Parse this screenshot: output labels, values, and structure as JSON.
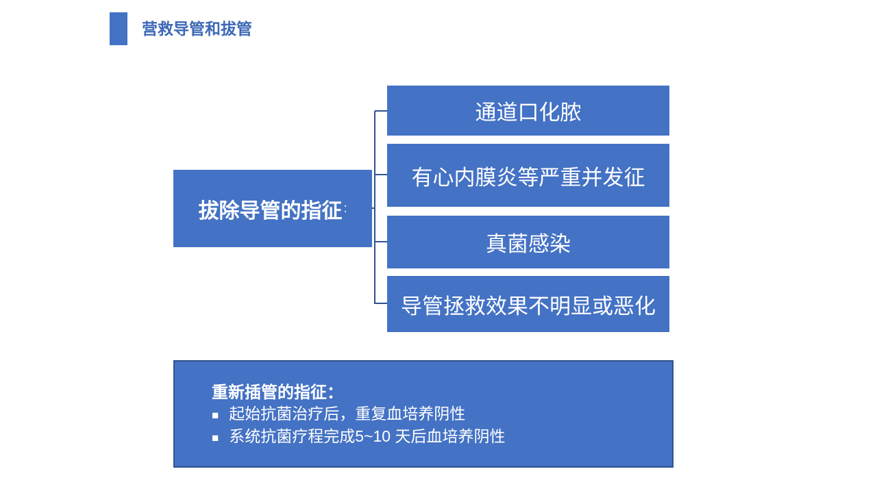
{
  "header": {
    "title": "营救导管和拔管"
  },
  "colors": {
    "box_fill": "#4472C4",
    "connector_line": "#2F528F",
    "panel_border": "#2F528F",
    "title_text": "#3D68B6",
    "text_on_blue": "#FFFFFF",
    "background": "#FFFFFF"
  },
  "diagram": {
    "root": {
      "label": "拔除导管的指征",
      "suffix": ":"
    },
    "branches": [
      {
        "label": "通道口化脓"
      },
      {
        "label": "有心内膜炎等严重并发征"
      },
      {
        "label": "真菌感染"
      },
      {
        "label": "导管拯救效果不明显或恶化"
      }
    ]
  },
  "bottom_box": {
    "heading": "重新插管的指征：",
    "bullet_marker": "■",
    "bullets": [
      "起始抗菌治疗后，重复血培养阴性",
      "系统抗菌疗程完成5~10 天后血培养阴性"
    ]
  }
}
